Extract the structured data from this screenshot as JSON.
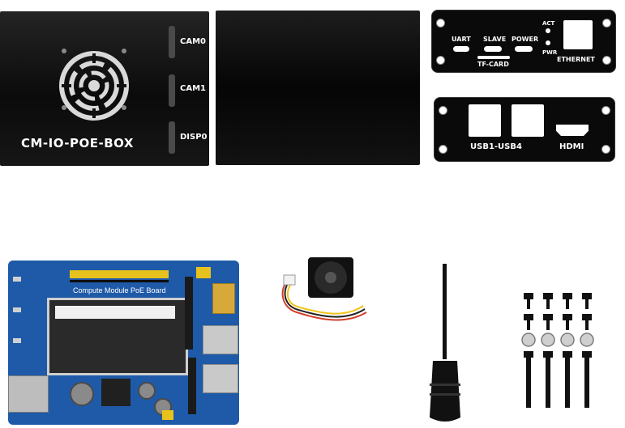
{
  "front_panel": {
    "product_name": "CM-IO-POE-BOX",
    "ports": [
      "CAM0",
      "CAM1",
      "DISP0"
    ]
  },
  "top_plate": {
    "labels": [
      "UART",
      "SLAVE",
      "POWER",
      "TF-CARD",
      "ACT",
      "PWR",
      "ETHERNET"
    ]
  },
  "bottom_plate": {
    "labels": [
      "USB1-USB4",
      "HDMI"
    ]
  },
  "pcb": {
    "title": "Compute Module PoE Board"
  },
  "colors": {
    "case": "#0b0b0b",
    "pcb": "#1e5aa8",
    "header": "#e8c21c",
    "label": "#ffffff"
  }
}
